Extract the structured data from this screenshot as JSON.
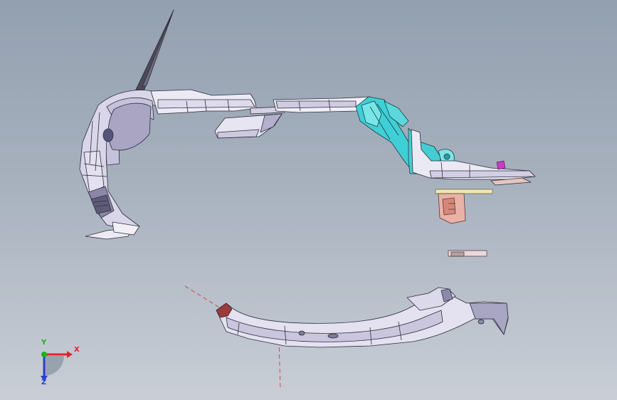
{
  "viewport": {
    "background_top": "#93a0af",
    "background_bottom": "#c9ced6"
  },
  "parts": [
    {
      "name": "left-wheel-arch-assembly",
      "color": "#e6e4f2"
    },
    {
      "name": "rocker-panel-upper",
      "color": "#e9e7f3"
    },
    {
      "name": "rocker-panel-lower-bracket",
      "color": "#e7e5f1"
    },
    {
      "name": "cyan-reinforcement-bracket",
      "color": "#3fd0d6"
    },
    {
      "name": "front-crossmember-tail",
      "color": "#e6e4f0"
    },
    {
      "name": "magenta-clip",
      "color": "#c83ac8"
    },
    {
      "name": "salmon-mount-block",
      "color": "#eab1a6"
    },
    {
      "name": "yellow-spacer-plate",
      "color": "#efe6b0"
    },
    {
      "name": "small-pink-bracket",
      "color": "#ead9dc"
    },
    {
      "name": "bottom-sill-assembly",
      "color": "#e6e4f2"
    }
  ],
  "triad": {
    "x_label": "X",
    "y_label": "Y",
    "z_label": "Z",
    "x_color": "#e8202a",
    "y_color": "#18b41c",
    "z_color": "#2a3fd2"
  }
}
